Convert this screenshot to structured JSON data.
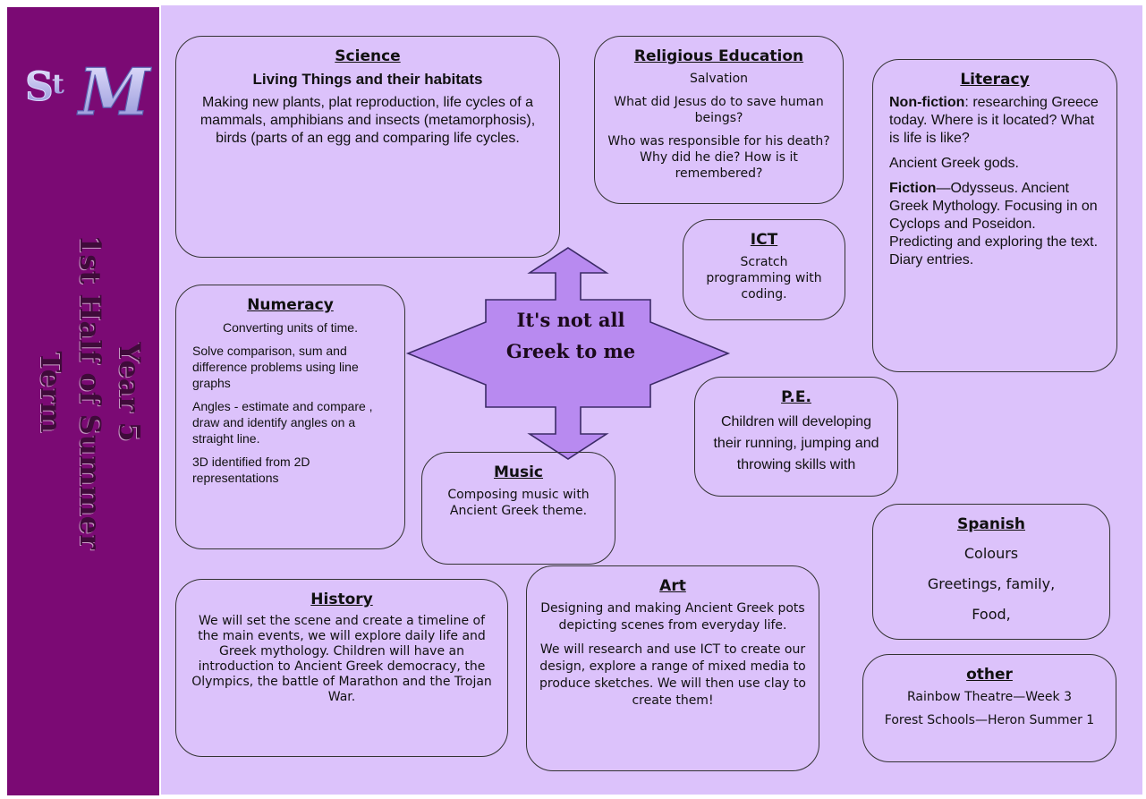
{
  "sidebar": {
    "logo_text": "St M",
    "title_line1": "Year 5",
    "title_line2": "1st Half of Summer",
    "title_line3": "Term"
  },
  "center_title": "It's not all Greek to me",
  "science": {
    "heading": "Science",
    "subheading": "Living Things and their habitats",
    "text": "Making new plants, plat reproduction, life cycles of a mammals, amphibians and insects (metamorphosis), birds (parts of an egg and comparing life cycles."
  },
  "religious_education": {
    "heading": "Religious Education",
    "lines": [
      "Salvation",
      "What did Jesus do to save human beings?",
      "Who was responsible for his death? Why did he die? How is it remembered?"
    ]
  },
  "literacy": {
    "heading": "Literacy",
    "nonfiction_label": "Non-fiction",
    "nonfiction_text": ": researching Greece today. Where is it located? What is life is like?",
    "gods": "Ancient Greek gods.",
    "fiction_label": "Fiction",
    "fiction_text": "—Odysseus. Ancient Greek Mythology. Focusing in on Cyclops and Poseidon. Predicting and exploring the text.  Diary entries."
  },
  "ict": {
    "heading": "ICT",
    "text": "Scratch programming with coding."
  },
  "numeracy": {
    "heading": "Numeracy",
    "lines": [
      "Converting units of time.",
      "Solve comparison, sum and difference problems using line graphs",
      "Angles  - estimate and compare , draw and identify angles on a straight line.",
      "3D identified from  2D representations"
    ]
  },
  "pe": {
    "heading": "P.E.",
    "text": "Children will developing their running, jumping and throwing skills with"
  },
  "music": {
    "heading": "Music",
    "text": "Composing music with Ancient Greek theme."
  },
  "spanish": {
    "heading": "Spanish",
    "lines": [
      "Colours",
      "Greetings, family,",
      "Food,"
    ]
  },
  "history": {
    "heading": "History",
    "text": "We will set the scene and create a timeline of the main events, we will explore daily life and Greek mythology. Children will have an introduction to Ancient Greek democracy, the Olympics, the battle of Marathon and the Trojan War."
  },
  "art": {
    "heading": "Art",
    "lines": [
      "Designing and making Ancient Greek pots depicting scenes from everyday life.",
      "We will research and use ICT to create our design, explore a range of mixed media to produce sketches. We will then use clay to create them!"
    ]
  },
  "other": {
    "heading": "other",
    "lines": [
      "Rainbow Theatre—Week 3",
      "Forest Schools—Heron Summer 1"
    ]
  },
  "colors": {
    "sidebar": "#7b0a74",
    "background": "#dcc2fb",
    "arrow_fill": "#b88af0"
  }
}
